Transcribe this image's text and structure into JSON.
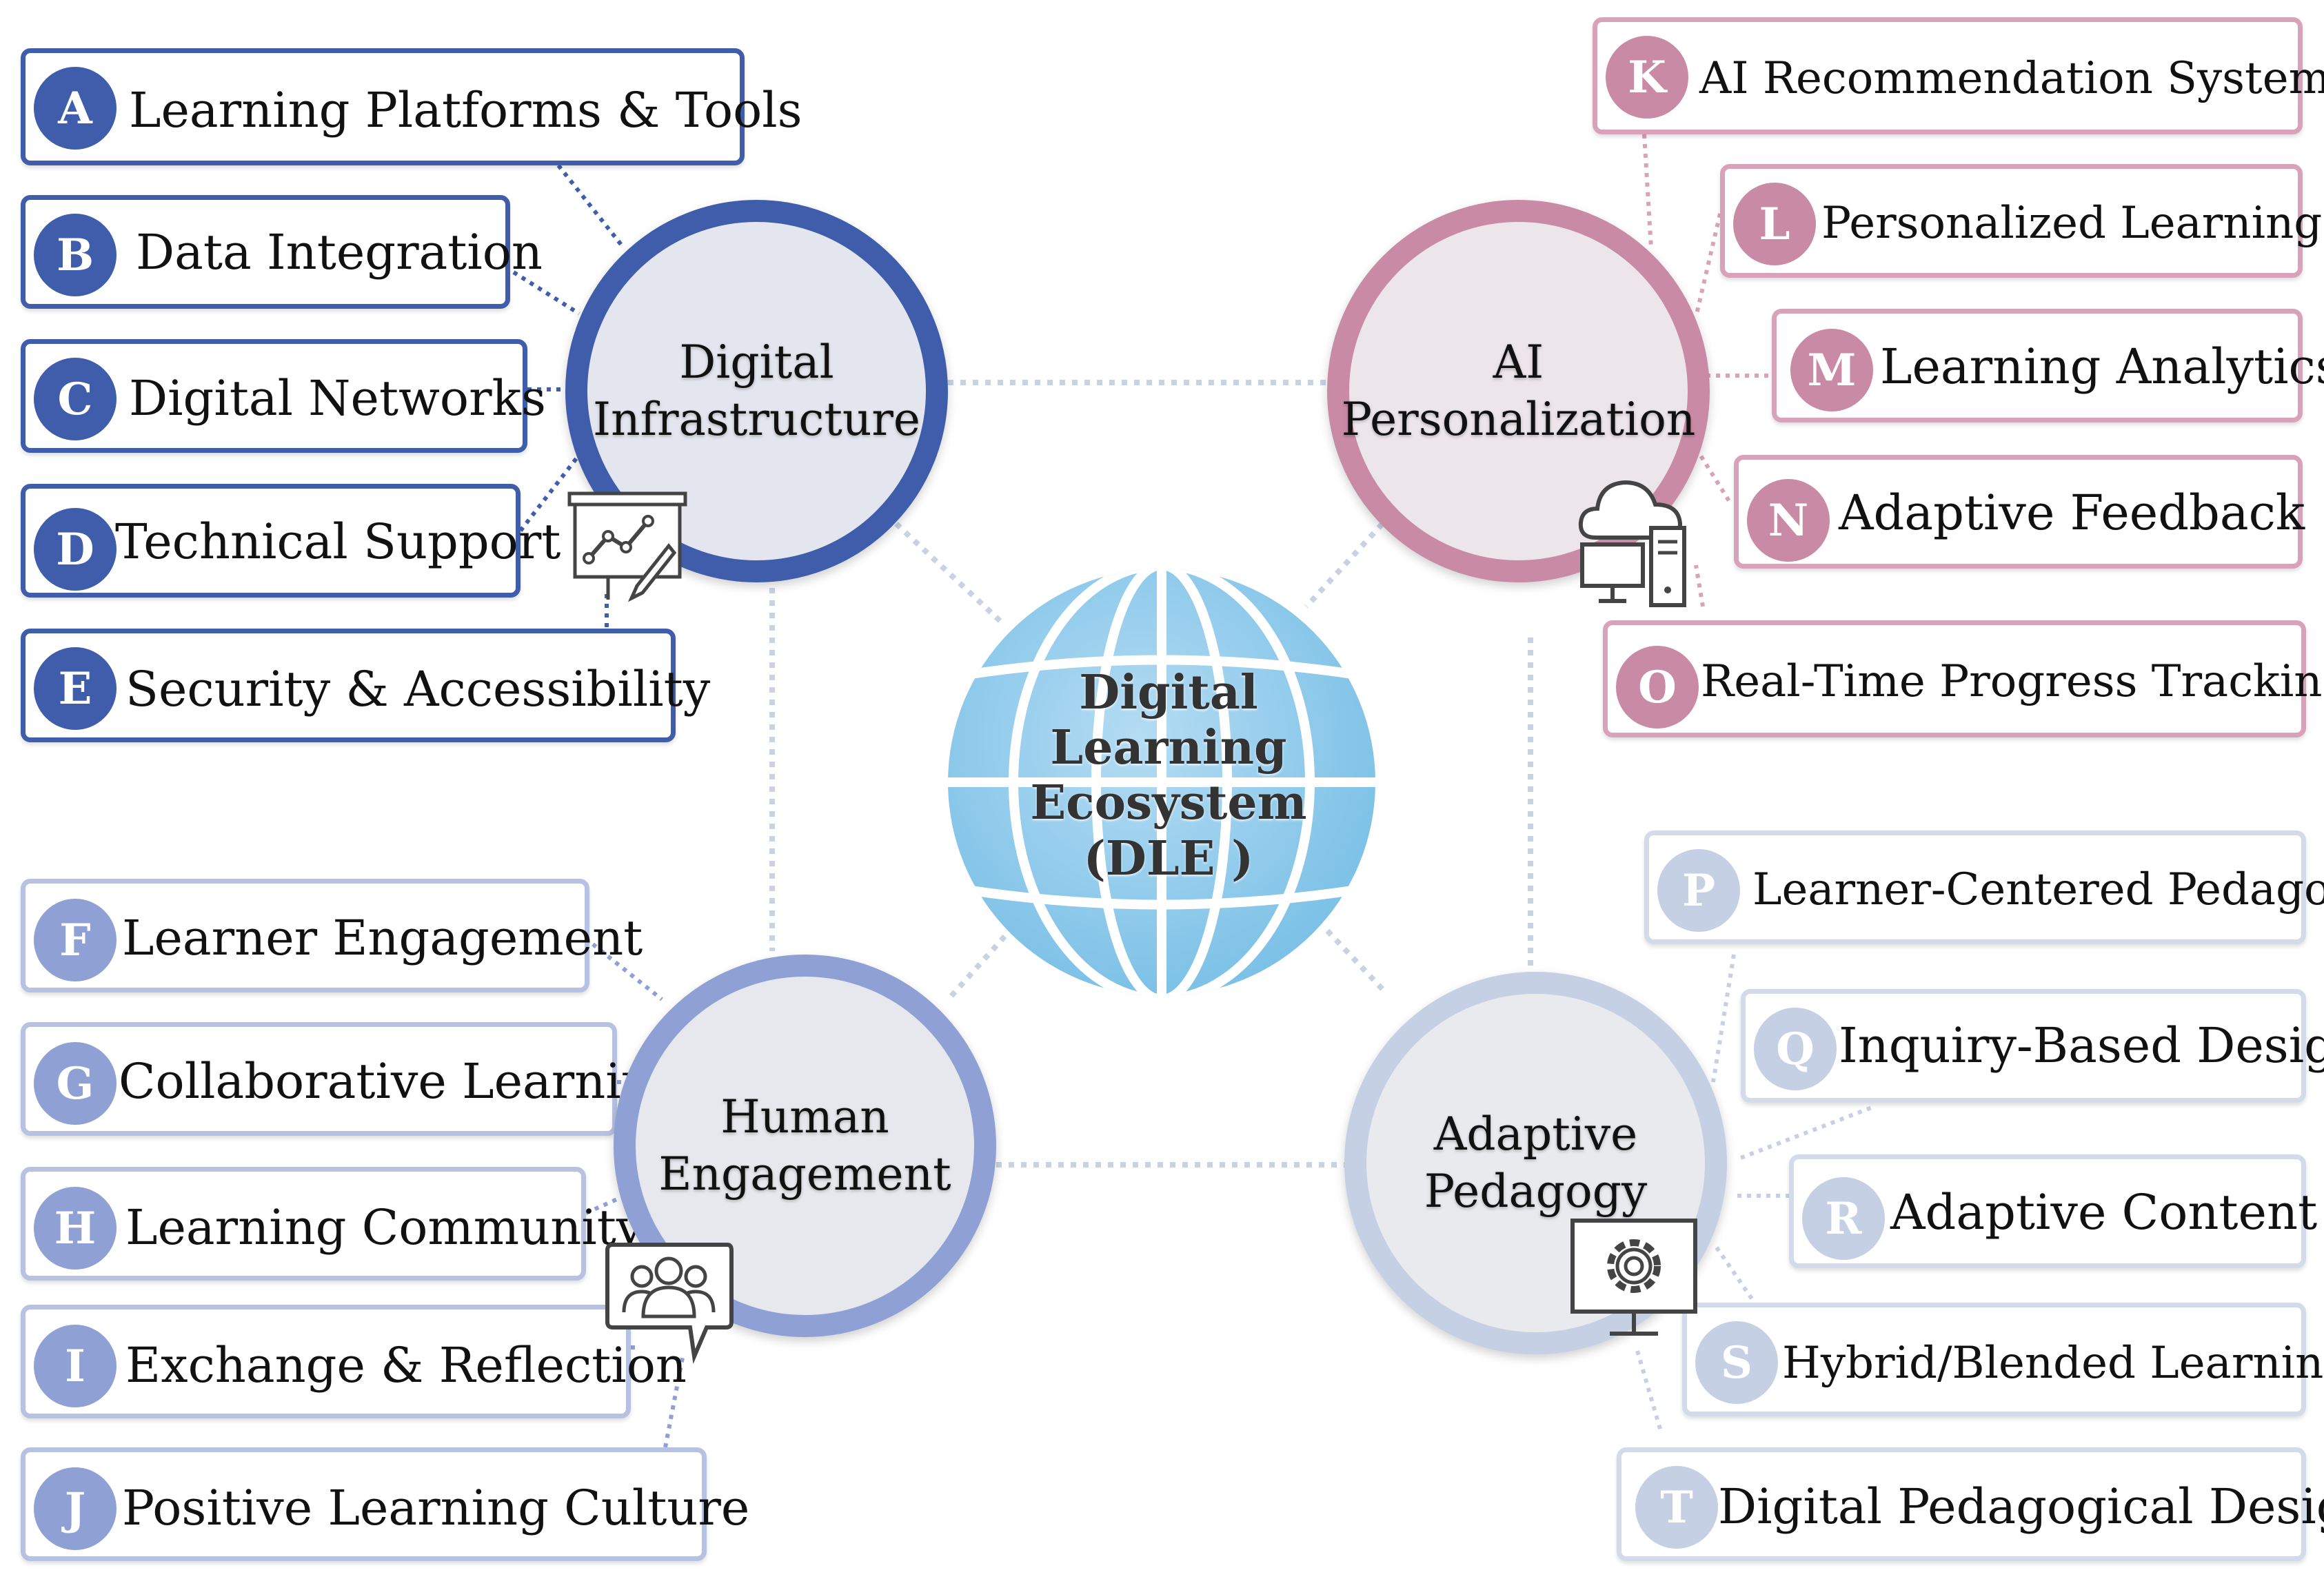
{
  "center": {
    "lines": [
      "Digital",
      "Learning",
      "Ecosystem",
      "(DLE )"
    ]
  },
  "hubs": {
    "digital_infrastructure": {
      "lines": [
        "Digital",
        "Infrastructure"
      ],
      "color": "#3f5dab"
    },
    "ai_personalization": {
      "lines": [
        "AI",
        "Personalization"
      ],
      "color": "#c98aa5"
    },
    "human_engagement": {
      "lines": [
        "Human",
        "Engagement"
      ],
      "color": "#8fa1d4"
    },
    "adaptive_pedagogy": {
      "lines": [
        "Adaptive",
        "Pedagogy"
      ],
      "color": "#c5d0e5"
    }
  },
  "items": [
    {
      "letter": "A",
      "label": "Learning Platforms & Tools"
    },
    {
      "letter": "B",
      "label": "Data Integration"
    },
    {
      "letter": "C",
      "label": "Digital Networks"
    },
    {
      "letter": "D",
      "label": "Technical Support"
    },
    {
      "letter": "E",
      "label": "Security & Accessibility"
    },
    {
      "letter": "F",
      "label": "Learner Engagement"
    },
    {
      "letter": "G",
      "label": "Collaborative Learning"
    },
    {
      "letter": "H",
      "label": "Learning Community"
    },
    {
      "letter": "I",
      "label": "Exchange & Reflection"
    },
    {
      "letter": "J",
      "label": "Positive Learning Culture"
    },
    {
      "letter": "K",
      "label": "AI Recommendation Systems"
    },
    {
      "letter": "L",
      "label": "Personalized Learning"
    },
    {
      "letter": "M",
      "label": "Learning Analytics"
    },
    {
      "letter": "N",
      "label": "Adaptive Feedback"
    },
    {
      "letter": "O",
      "label": "Real-Time Progress Tracking"
    },
    {
      "letter": "P",
      "label": "Learner-Centered Pedagogy"
    },
    {
      "letter": "Q",
      "label": "Inquiry-Based Design"
    },
    {
      "letter": "R",
      "label": "Adaptive Content"
    },
    {
      "letter": "S",
      "label": "Hybrid/Blended Learning"
    },
    {
      "letter": "T",
      "label": "Digital Pedagogical Design"
    }
  ],
  "icons": [
    "chart-presentation-icon",
    "cloud-computer-icon",
    "group-chat-icon",
    "monitor-gear-icon"
  ]
}
